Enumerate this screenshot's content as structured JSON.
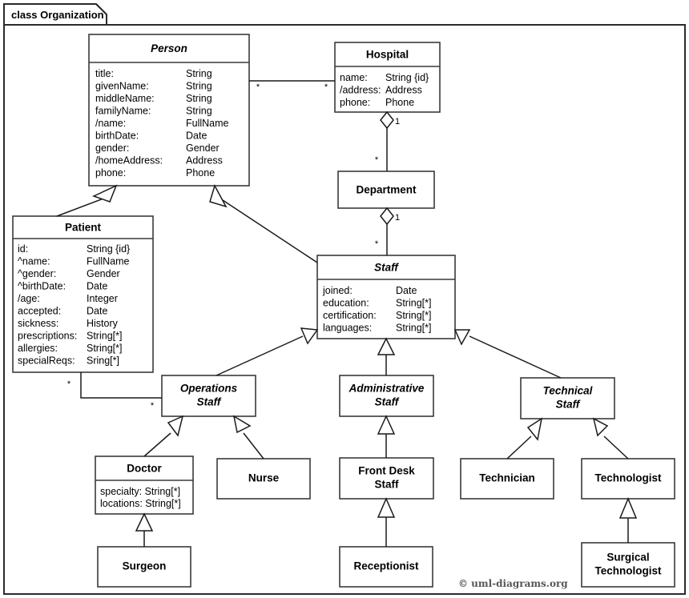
{
  "frame": {
    "label": "class Organization",
    "copyright": "© uml-diagrams.org"
  },
  "classes": {
    "person": {
      "name": "Person",
      "abstract": true,
      "attributes": [
        {
          "name": "title:",
          "type": "String"
        },
        {
          "name": "givenName:",
          "type": "String"
        },
        {
          "name": "middleName:",
          "type": "String"
        },
        {
          "name": "familyName:",
          "type": "String"
        },
        {
          "name": "/name:",
          "type": "FullName"
        },
        {
          "name": "birthDate:",
          "type": "Date"
        },
        {
          "name": "gender:",
          "type": "Gender"
        },
        {
          "name": "/homeAddress:",
          "type": "Address"
        },
        {
          "name": "phone:",
          "type": "Phone"
        }
      ]
    },
    "hospital": {
      "name": "Hospital",
      "abstract": false,
      "attributes": [
        {
          "name": "name:",
          "type": "String {id}"
        },
        {
          "name": "/address:",
          "type": "Address"
        },
        {
          "name": "phone:",
          "type": "Phone"
        }
      ]
    },
    "department": {
      "name": "Department",
      "abstract": false,
      "attributes": []
    },
    "patient": {
      "name": "Patient",
      "abstract": false,
      "attributes": [
        {
          "name": "id:",
          "type": "String {id}"
        },
        {
          "name": "^name:",
          "type": "FullName"
        },
        {
          "name": "^gender:",
          "type": "Gender"
        },
        {
          "name": "^birthDate:",
          "type": "Date"
        },
        {
          "name": "/age:",
          "type": "Integer"
        },
        {
          "name": "accepted:",
          "type": "Date"
        },
        {
          "name": "sickness:",
          "type": "History"
        },
        {
          "name": "prescriptions:",
          "type": "String[*]"
        },
        {
          "name": "allergies:",
          "type": "String[*]"
        },
        {
          "name": "specialReqs:",
          "type": "Sring[*]"
        }
      ]
    },
    "staff": {
      "name": "Staff",
      "abstract": true,
      "attributes": [
        {
          "name": "joined:",
          "type": "Date"
        },
        {
          "name": "education:",
          "type": "String[*]"
        },
        {
          "name": "certification:",
          "type": "String[*]"
        },
        {
          "name": "languages:",
          "type": "String[*]"
        }
      ]
    },
    "operations_staff": {
      "name_line1": "Operations",
      "name_line2": "Staff",
      "abstract": true
    },
    "administrative_staff": {
      "name_line1": "Administrative",
      "name_line2": "Staff",
      "abstract": true
    },
    "technical_staff": {
      "name_line1": "Technical",
      "name_line2": "Staff",
      "abstract": true
    },
    "doctor": {
      "name": "Doctor",
      "abstract": false,
      "attributes_single": [
        "specialty: String[*]",
        "locations: String[*]"
      ]
    },
    "nurse": {
      "name": "Nurse",
      "abstract": false
    },
    "front_desk_staff": {
      "name_line1": "Front Desk",
      "name_line2": "Staff",
      "abstract": false
    },
    "technician": {
      "name": "Technician",
      "abstract": false
    },
    "technologist": {
      "name": "Technologist",
      "abstract": false
    },
    "surgeon": {
      "name": "Surgeon",
      "abstract": false
    },
    "receptionist": {
      "name": "Receptionist",
      "abstract": false
    },
    "surgical_technologist": {
      "name_line1": "Surgical",
      "name_line2": "Technologist",
      "abstract": false
    }
  },
  "multiplicities": {
    "person_hospital_left": "*",
    "person_hospital_right": "*",
    "hospital_department_one": "1",
    "hospital_department_many": "*",
    "department_staff_one": "1",
    "department_staff_many": "*",
    "patient_operations_left": "*",
    "patient_operations_right": "*"
  },
  "colors": {
    "line": "#1a1a1a",
    "box_stroke": "#3a3a3a",
    "frame_stroke": "#2b2b2b",
    "fill": "#ffffff",
    "copyright_text": "#555555"
  }
}
